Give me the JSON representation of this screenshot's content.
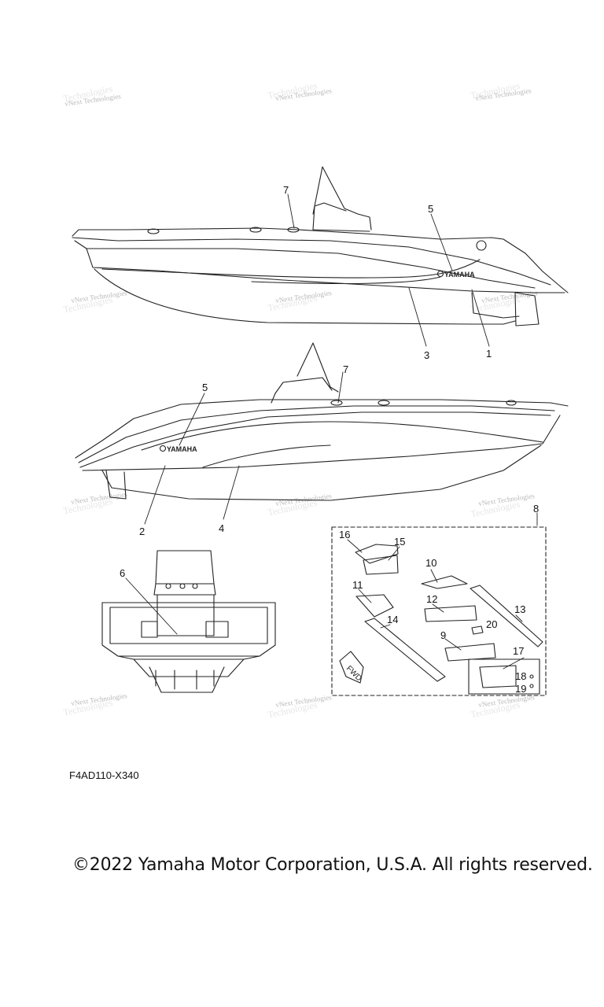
{
  "watermark": {
    "line1": "vNext Technologies",
    "line2": "Technologies"
  },
  "callouts": [
    "1",
    "2",
    "3",
    "4",
    "5",
    "5",
    "6",
    "7",
    "7",
    "8",
    "9",
    "10",
    "11",
    "12",
    "13",
    "14",
    "15",
    "16",
    "17",
    "18",
    "19",
    "20"
  ],
  "brand_logo": "YAMAHA",
  "fwd_label": "FWD",
  "reference_code": "F4AD110-X340",
  "copyright": "©2022 Yamaha Motor Corporation, U.S.A. All rights reserved."
}
